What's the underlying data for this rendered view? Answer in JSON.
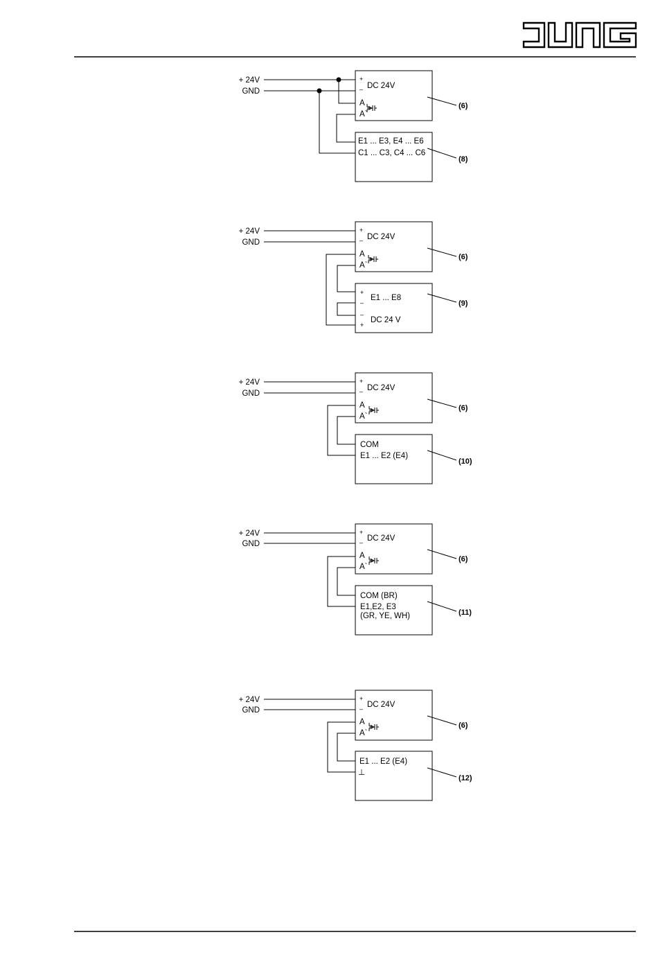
{
  "header": {
    "logo_text": "JUNG"
  },
  "diagrams": [
    {
      "inputs": [
        "+ 24V",
        "GND"
      ],
      "device": {
        "lines": [
          "DC 24V"
        ],
        "output_labels": [
          "A",
          "A`"
        ],
        "ref": "(6)"
      },
      "target": {
        "lines": [
          "E1 ... E3, E4 ... E6",
          "C1 ... C3, C4 ... C6"
        ],
        "ref": "(8)"
      }
    },
    {
      "inputs": [
        "+ 24V",
        "GND"
      ],
      "device": {
        "lines": [
          "DC 24V"
        ],
        "output_labels": [
          "A",
          "A`"
        ],
        "ref": "(6)"
      },
      "target": {
        "lines": [
          "E1 ... E8",
          "DC 24 V"
        ],
        "ref": "(9)"
      }
    },
    {
      "inputs": [
        "+ 24V",
        "GND"
      ],
      "device": {
        "lines": [
          "DC 24V"
        ],
        "output_labels": [
          "A",
          "A`"
        ],
        "ref": "(6)"
      },
      "target": {
        "lines": [
          "COM",
          "E1 ... E2 (E4)"
        ],
        "ref": "(10)"
      }
    },
    {
      "inputs": [
        "+ 24V",
        "GND"
      ],
      "device": {
        "lines": [
          "DC 24V"
        ],
        "output_labels": [
          "A",
          "A`"
        ],
        "ref": "(6)"
      },
      "target": {
        "lines": [
          "COM (BR)",
          "E1,E2, E3",
          "(GR, YE, WH)"
        ],
        "ref": "(11)"
      }
    },
    {
      "inputs": [
        "+ 24V",
        "GND"
      ],
      "device": {
        "lines": [
          "DC 24V"
        ],
        "output_labels": [
          "A",
          "A`"
        ],
        "ref": "(6)"
      },
      "target": {
        "lines": [
          "E1 ... E2 (E4)",
          "⊥"
        ],
        "ref": "(12)"
      }
    }
  ],
  "symbols": {
    "plus": "+",
    "minus": "–"
  }
}
